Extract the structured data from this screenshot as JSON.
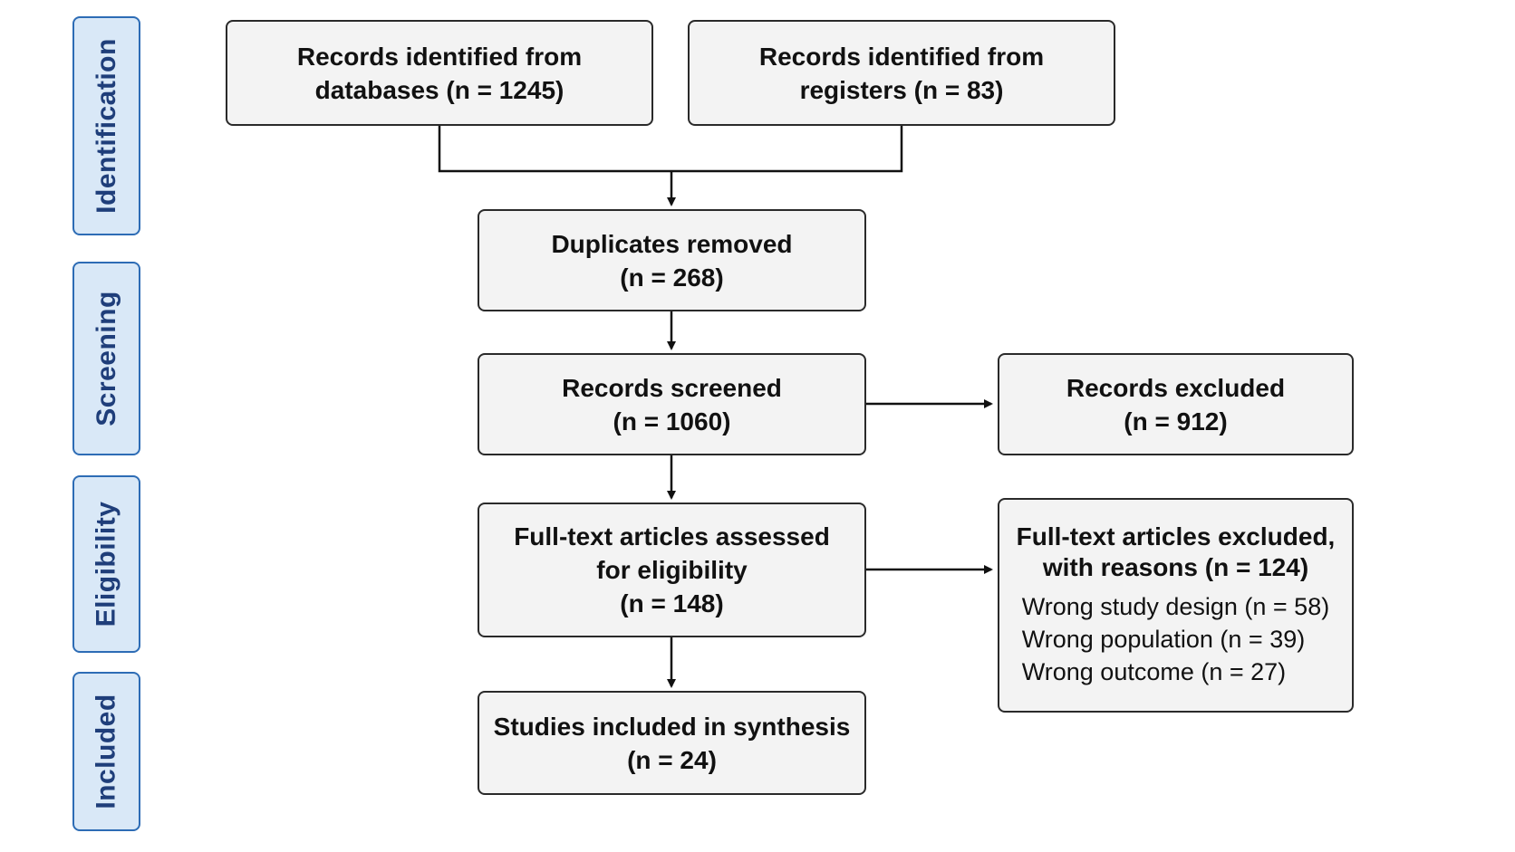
{
  "stages": {
    "identification": "Identification",
    "screening": "Screening",
    "eligibility": "Eligibility",
    "included": "Included"
  },
  "boxes": {
    "databases": {
      "line1": "Records identified from",
      "line2": "databases (n = 1245)"
    },
    "registers": {
      "line1": "Records identified from",
      "line2": "registers (n = 83)"
    },
    "duplicates": {
      "line1": "Duplicates removed",
      "line2": "(n = 268)"
    },
    "screened": {
      "line1": "Records screened",
      "line2": "(n = 1060)"
    },
    "excluded": {
      "line1": "Records excluded",
      "line2": "(n = 912)"
    },
    "fulltext": {
      "line1": "Full-text articles assessed",
      "line2": "for eligibility",
      "line3": "(n = 148)"
    },
    "fulltext_excluded": {
      "line1": "Full-text articles excluded,",
      "line2": "with reasons (n = 124)",
      "reasons": [
        "Wrong study design (n = 58)",
        "Wrong population (n = 39)",
        "Wrong outcome (n = 27)"
      ]
    },
    "included": {
      "line1": "Studies included in synthesis",
      "line2": "(n = 24)"
    }
  },
  "colors": {
    "stage_fill": "#d9e8f7",
    "stage_border": "#2d6cb5",
    "stage_text": "#1f3e7a",
    "box_fill": "#f3f3f3",
    "box_border": "#2a2a2a",
    "arrow": "#111111"
  }
}
